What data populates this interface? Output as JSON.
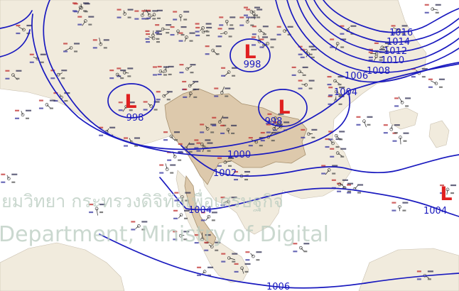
{
  "map": {
    "colors": {
      "sea": "#ffffff",
      "land": "#f1ebdd",
      "thailand": "#ddc9ac",
      "isobar": "#1a1abf",
      "low": "#e02020",
      "station_text": "#333355",
      "watermark": "#b9cbbf"
    },
    "isobar_labels": [
      "1016",
      "1014",
      "1012",
      "1010",
      "1008",
      "1006",
      "1004",
      "1000",
      "1002",
      "1004",
      "1006",
      "1004"
    ],
    "lows": [
      {
        "letter": "L",
        "pressure": "998"
      },
      {
        "letter": "L",
        "pressure": "998"
      },
      {
        "letter": "L",
        "pressure": "998"
      },
      {
        "letter": "L",
        "pressure": ""
      }
    ],
    "watermark": {
      "line1": "ยมวิทยา กระทรวงดิจิทัลเพื่อเศรษฐกิจ",
      "line2": "Department, Ministry of Digital"
    }
  }
}
